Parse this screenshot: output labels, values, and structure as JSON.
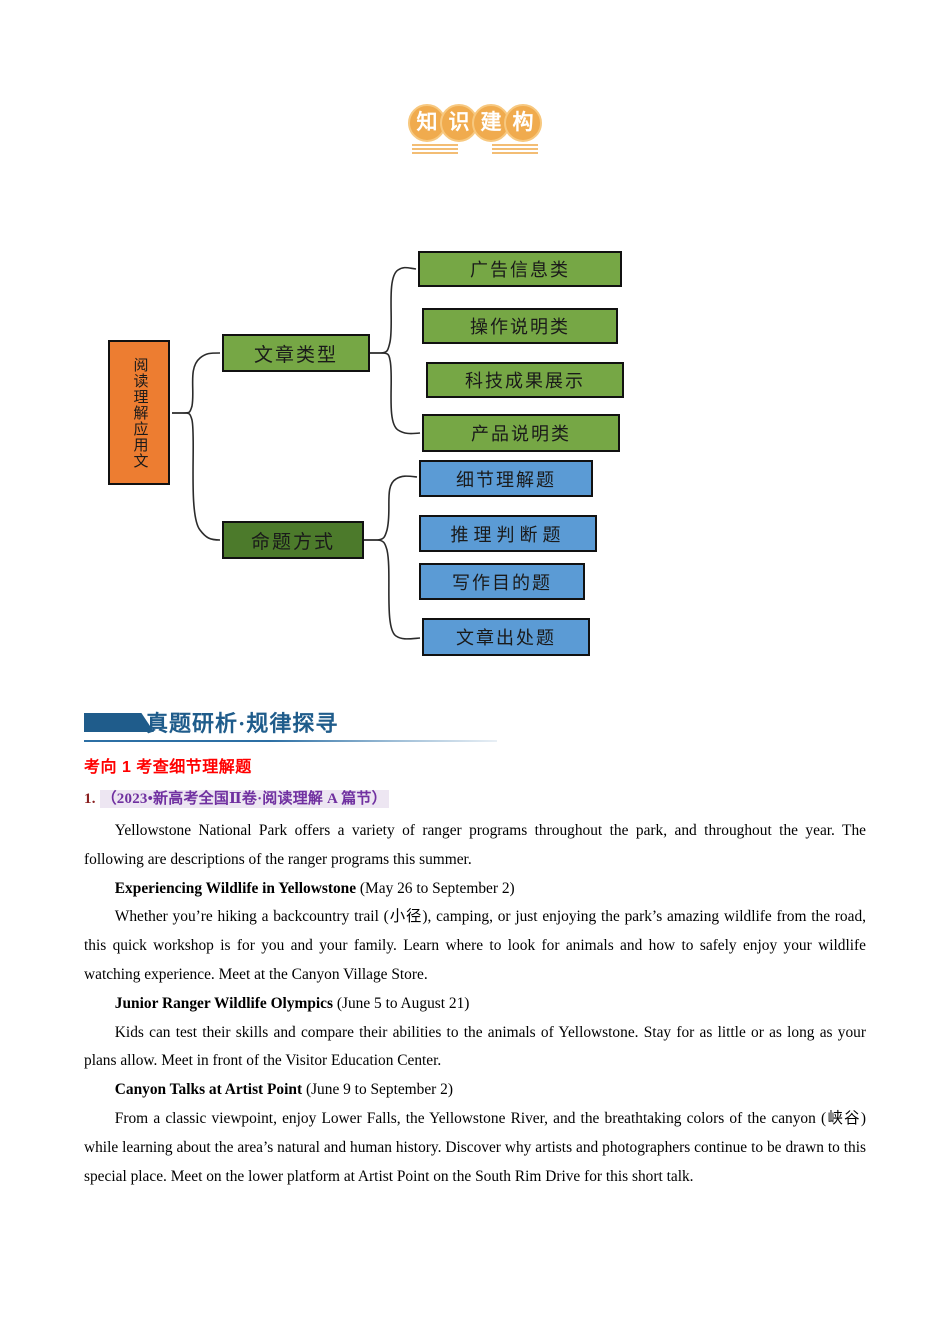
{
  "badge": {
    "name": "knowledge-construction-badge",
    "chars": [
      "知",
      "识",
      "建",
      "构"
    ]
  },
  "mindmap": {
    "root": "阅读理解应用文",
    "branches": [
      {
        "label": "文章类型",
        "color": "#76A745",
        "leaves": [
          "广告信息类",
          "操作说明类",
          "科技成果展示",
          "产品说明类"
        ],
        "leaf_color": "#76A745"
      },
      {
        "label": "命题方式",
        "color": "#4C7A2B",
        "leaves": [
          "细节理解题",
          "推理判断题",
          "写作目的题",
          "文章出处题"
        ],
        "leaf_color": "#5B9BD5"
      }
    ]
  },
  "section": {
    "title": "真题研析·规律探寻",
    "accent_color": "#1F5C8B"
  },
  "kaoxiang": {
    "label": "考向 1 考查细节理解题",
    "color": "#FF0000"
  },
  "source_line": {
    "number": "1.",
    "text": "（2023•新高考全国Ⅱ卷·阅读理解 A 篇节）",
    "color": "#7030A0"
  },
  "passage": {
    "paragraphs": [
      {
        "id": "intro",
        "runs": [
          {
            "text": "Yellowstone National Park offers a variety of ranger programs throughout the park, and throughout the year. The following are descriptions of the ranger programs this summer.",
            "bold": false
          }
        ]
      },
      {
        "id": "heading-1",
        "runs": [
          {
            "text": "Experiencing Wildlife in Yellowstone",
            "bold": true
          },
          {
            "text": " (May 26 to September 2)",
            "bold": false
          }
        ]
      },
      {
        "id": "body-1",
        "runs": [
          {
            "text": "Whether you’re hiking a backcountry trail (小径), camping, or just enjoying the park’s amazing wildlife from the road, this quick workshop is for you and your family. Learn where to look for animals and how to safely enjoy your wildlife watching experience. Meet at the Canyon Village Store.",
            "bold": false
          }
        ]
      },
      {
        "id": "heading-2",
        "runs": [
          {
            "text": "Junior Ranger Wildlife Olympics",
            "bold": true
          },
          {
            "text": " (June 5 to August 21)",
            "bold": false
          }
        ]
      },
      {
        "id": "body-2",
        "runs": [
          {
            "text": "Kids can test their skills and compare their abilities to the animals of Yellowstone. Stay for as little or as long as your plans allow. Meet in front of the Visitor Education Center.",
            "bold": false
          }
        ]
      },
      {
        "id": "heading-3",
        "runs": [
          {
            "text": "Canyon Talks at Artist Point",
            "bold": true
          },
          {
            "text": " (June 9 to September 2)",
            "bold": false
          }
        ]
      },
      {
        "id": "body-3",
        "runs": [
          {
            "text": "From a classic viewpoint, enjoy Lower Falls, the Yellowstone River, and the breathtaking colors of the canyon (峡谷) while learning about the area’s natural and human history. Discover why artists and photographers continue to be drawn to this special place. Meet on the lower platform at Artist Point on the South Rim Drive for this short talk.",
            "bold": false
          }
        ]
      }
    ]
  }
}
